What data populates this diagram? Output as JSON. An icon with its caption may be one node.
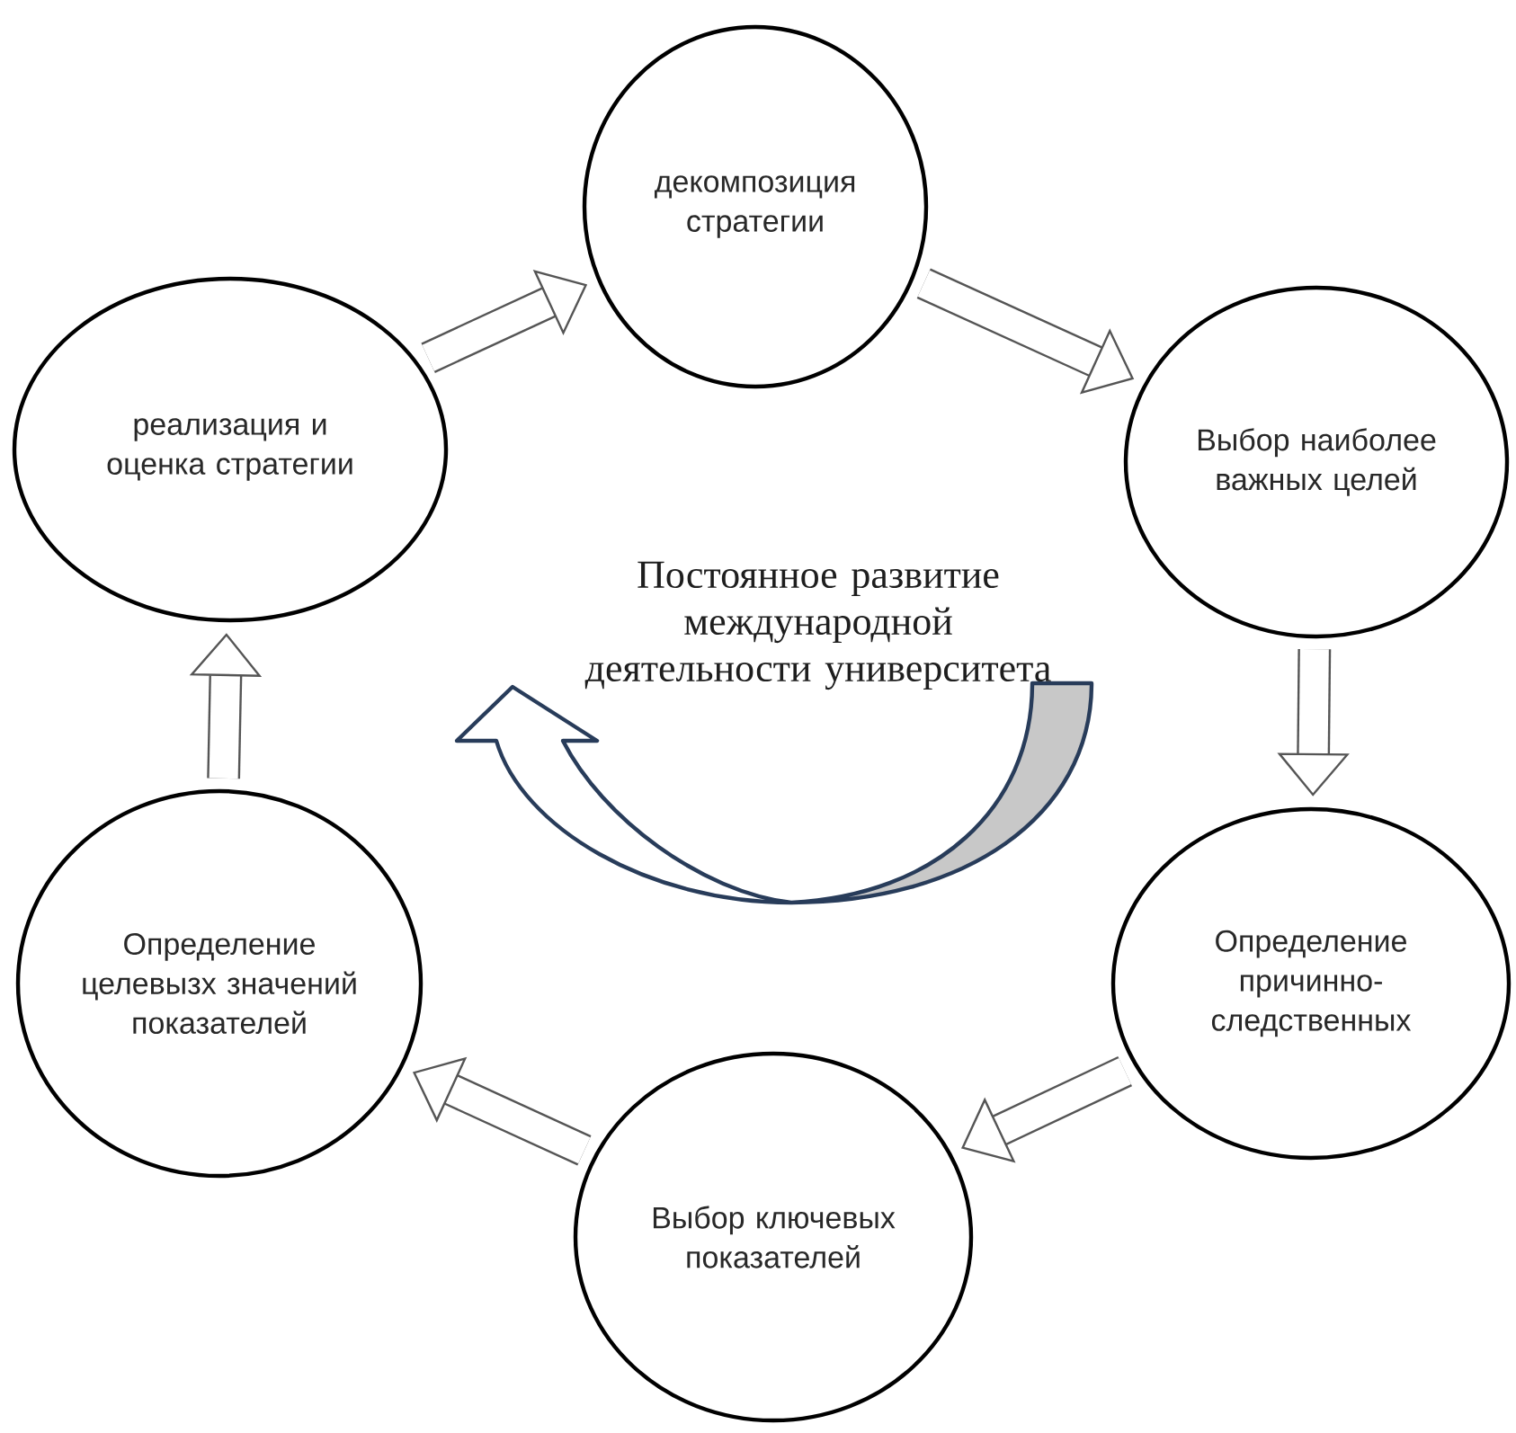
{
  "diagram": {
    "nodes": [
      {
        "text": [
          "декомпозиция стратегии"
        ]
      },
      {
        "text": [
          "Выбор наиболее важных целей"
        ]
      },
      {
        "text": [
          "Определение причинно-следственных"
        ]
      },
      {
        "text": [
          "Выбор ключевых показателей"
        ]
      },
      {
        "text": [
          "Определение целевызх значений показателей"
        ]
      },
      {
        "text": [
          "реализация и оценка стратегии"
        ]
      }
    ],
    "edges": [
      {
        "from": 0,
        "to": 1,
        "arrow": "to"
      },
      {
        "from": 1,
        "to": 2,
        "arrow": "to"
      },
      {
        "from": 2,
        "to": 3,
        "arrow": "to"
      },
      {
        "from": 3,
        "to": 4,
        "arrow": "to"
      },
      {
        "from": 4,
        "to": 5,
        "arrow": "to"
      },
      {
        "from": 5,
        "to": 0,
        "arrow": "to"
      }
    ],
    "labels": [
      "Постоянное развитие международной деятельности университета"
    ]
  }
}
